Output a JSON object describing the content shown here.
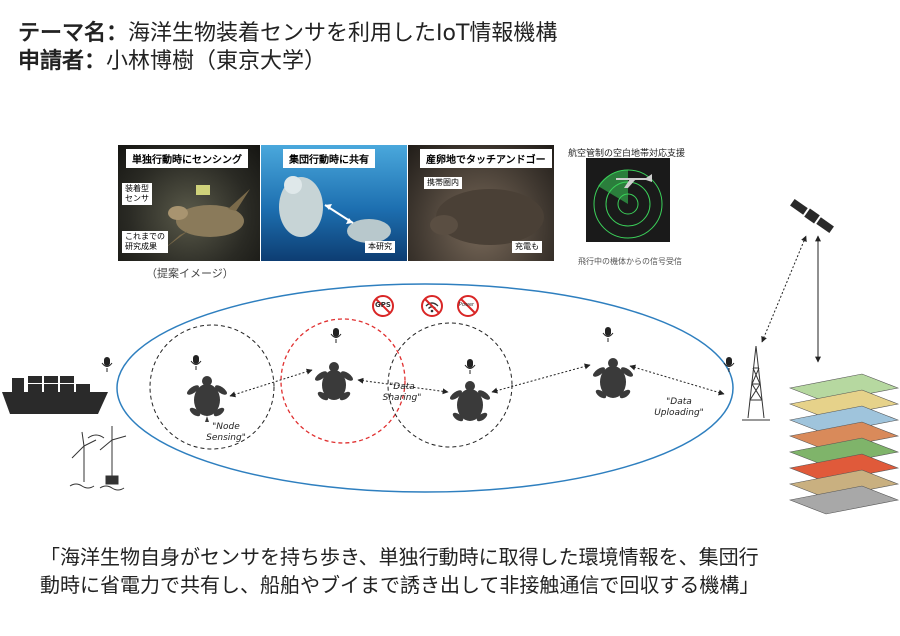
{
  "header": {
    "theme_key": "テーマ名",
    "theme_value": "海洋生物装着センサを利用したIoT情報機構",
    "applicant_key": "申請者",
    "applicant_value": "小林博樹（東京大学）",
    "separator": "："
  },
  "photos": {
    "p1": {
      "caption": "単独行動時にセンシング",
      "tag_sensor": "装着型\nセンサ",
      "tag_prior": "これまでの\n研究成果"
    },
    "p2": {
      "caption": "集団行動時に共有",
      "tag": "本研究"
    },
    "p3": {
      "caption": "産卵地でタッチアンドゴー",
      "tag_area": "携帯圏内",
      "tag_charge": "充電も"
    },
    "p4": {
      "caption": "航空管制の空白地帯対応支援",
      "sub": "飛行中の機体からの信号受信"
    },
    "proposal_label": "（提案イメージ）"
  },
  "badges": {
    "gps": "GPS",
    "power": "Power"
  },
  "labels": {
    "node_sensing": "\"Node\nSensing\"",
    "data_sharing": "\"Data\nSharing\"",
    "data_uploading": "\"Data\nUploading\""
  },
  "bottom": {
    "line1": "「海洋生物自身がセンサを持ち歩き、単独行動時に取得した環境情報を、集団行",
    "line2": "動時に省電力で共有し、船舶やブイまで誘き出して非接触通信で回収する機構」"
  },
  "colors": {
    "ellipse": "#2e7fbf",
    "red_circle": "#e03030",
    "turtle": "#3a3a3a",
    "radar": "#3bd15a",
    "no_sign": "#d92626"
  },
  "icons": [
    "ship-icon",
    "wind-turbine-icon",
    "microphone-icon",
    "turtle-icon",
    "satellite-icon",
    "antenna-tower-icon",
    "map-layers-icon",
    "gps-icon",
    "wifi-icon",
    "power-icon",
    "radar-icon",
    "airplane-icon"
  ]
}
